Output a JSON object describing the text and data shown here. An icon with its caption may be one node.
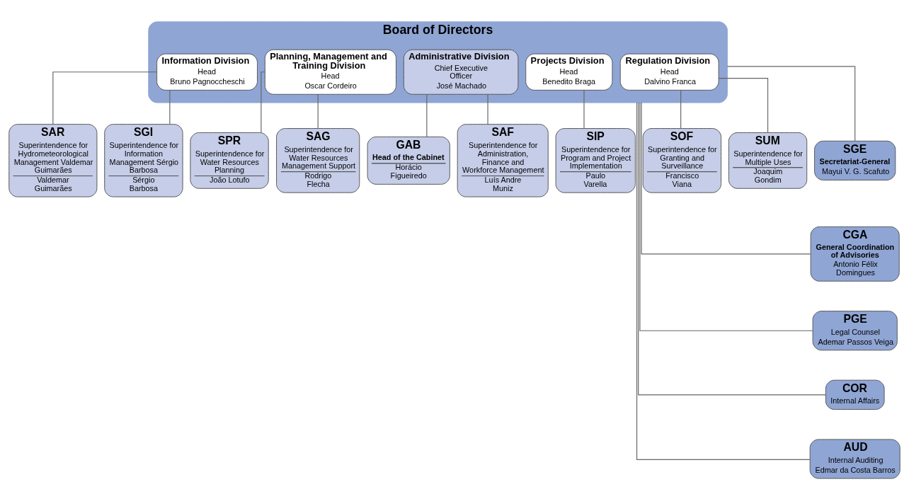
{
  "diagram": {
    "nodes": [
      {
        "text": [
          "Board of Directors"
        ]
      },
      {
        "text": [
          "Information Division",
          "Head",
          "Bruno Pagnoccheschi"
        ],
        "in": 0
      },
      {
        "text": [
          "Planning, Management and Training Division",
          "Head",
          "Oscar Cordeiro"
        ],
        "in": 0
      },
      {
        "text": [
          "Administrative Division",
          "Chief Executive Officer",
          "José Machado"
        ],
        "in": 0
      },
      {
        "text": [
          "Projects Division",
          "Head",
          "Benedito Braga"
        ],
        "in": 0
      },
      {
        "text": [
          "Regulation Division",
          "Head",
          "Dalvino Franca"
        ],
        "in": 0
      },
      {
        "text": [
          "GAB",
          "Head of the Cabinet",
          "Horácio Figueiredo"
        ]
      },
      {
        "text": [
          "SAR",
          "Superintendence for Hydrometeorological Management Valdemar Guimarães",
          "Valdemar Guimarães"
        ]
      },
      {
        "text": [
          "SGI",
          "Superintendence for Information Management Sérgio Barbosa",
          "Sérgio Barbosa"
        ]
      },
      {
        "text": [
          "SPR",
          "Superintendence for Water Resources Planning",
          "João Lotufo"
        ]
      },
      {
        "text": [
          "SAG",
          "Superintendence for Water Resources Management Support",
          "Rodrigo Flecha"
        ]
      },
      {
        "text": [
          "SAF",
          "Superintendence for Administration, Finance and Workforce Management",
          "Luís Andre Muniz"
        ]
      },
      {
        "text": [
          "SIP",
          "Superintendence for Program and Project Implementation",
          "Paulo Varella"
        ]
      },
      {
        "text": [
          "SOF",
          "Superintendence for Granting and Surveillance",
          "Francisco Viana"
        ]
      },
      {
        "text": [
          "SUM",
          "Superintendence for Multiple Uses",
          "Joaquim Gondim"
        ]
      },
      {
        "text": [
          "SGE",
          "Secretariat-General",
          "Mayui V. G. Scafuto"
        ]
      },
      {
        "text": [
          "CGA",
          "General Coordination of Advisories",
          "Antonio Félix Domingues"
        ]
      },
      {
        "text": [
          "PGE",
          "Legal Counsel",
          "Ademar Passos Veiga"
        ]
      },
      {
        "text": [
          "COR",
          "Internal Affairs"
        ]
      },
      {
        "text": [
          "AUD",
          "Internal Auditing",
          "Edmar da Costa Barros"
        ]
      }
    ],
    "edges": [
      {
        "from": 1,
        "to": 7,
        "arrow": "none"
      },
      {
        "from": 1,
        "to": 8,
        "arrow": "none"
      },
      {
        "from": 2,
        "to": 9,
        "arrow": "none"
      },
      {
        "from": 2,
        "to": 10,
        "arrow": "none"
      },
      {
        "from": 3,
        "to": 6,
        "arrow": "none"
      },
      {
        "from": 3,
        "to": 11,
        "arrow": "none"
      },
      {
        "from": 4,
        "to": 12,
        "arrow": "none"
      },
      {
        "from": 5,
        "to": 13,
        "arrow": "none"
      },
      {
        "from": 5,
        "to": 14,
        "arrow": "none"
      },
      {
        "from": 0,
        "to": 15,
        "arrow": "none"
      },
      {
        "from": 0,
        "to": 16,
        "arrow": "none"
      },
      {
        "from": 0,
        "to": 17,
        "arrow": "none"
      },
      {
        "from": 0,
        "to": 18,
        "arrow": "none"
      },
      {
        "from": 0,
        "to": 19,
        "arrow": "none"
      }
    ]
  }
}
